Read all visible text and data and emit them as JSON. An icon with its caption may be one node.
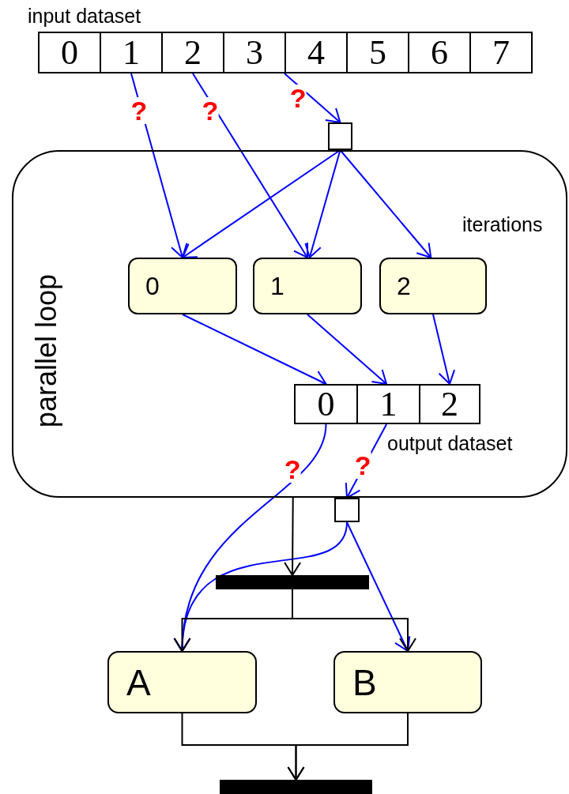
{
  "diagram": {
    "nodes": [
      {
        "text": [
          "0"
        ]
      },
      {
        "text": [
          "1"
        ]
      },
      {
        "text": [
          "2"
        ]
      },
      {
        "text": [
          "3"
        ]
      },
      {
        "text": [
          "4"
        ]
      },
      {
        "text": [
          "5"
        ]
      },
      {
        "text": [
          "6"
        ]
      },
      {
        "text": [
          "7"
        ]
      },
      {
        "text": [],
        "shape": "box"
      },
      {
        "text": [
          "parallel loop"
        ]
      },
      {
        "text": [
          "0"
        ],
        "in": 9
      },
      {
        "text": [
          "1"
        ],
        "in": 9
      },
      {
        "text": [
          "2"
        ],
        "in": 9
      },
      {
        "text": [
          "0"
        ],
        "in": 9
      },
      {
        "text": [
          "1"
        ],
        "in": 9
      },
      {
        "text": [
          "2"
        ],
        "in": 9
      },
      {
        "text": [],
        "shape": "box"
      },
      {
        "text": [],
        "shape": "bar"
      },
      {
        "text": [
          "A"
        ]
      },
      {
        "text": [
          "B"
        ]
      },
      {
        "text": [],
        "shape": "bar"
      }
    ],
    "edges": [
      {
        "from": 1,
        "to": 10,
        "arrow": "to",
        "label": "?"
      },
      {
        "from": 2,
        "to": 11,
        "arrow": "to",
        "label": "?"
      },
      {
        "from": 4,
        "to": 8,
        "arrow": "to",
        "label": "?"
      },
      {
        "from": 8,
        "to": 10,
        "arrow": "to"
      },
      {
        "from": 8,
        "to": 11,
        "arrow": "to"
      },
      {
        "from": 8,
        "to": 12,
        "arrow": "to"
      },
      {
        "from": 10,
        "to": 13,
        "arrow": "to"
      },
      {
        "from": 11,
        "to": 14,
        "arrow": "to"
      },
      {
        "from": 12,
        "to": 15,
        "arrow": "to"
      },
      {
        "from": 13,
        "to": 18,
        "arrow": "to",
        "label": "?"
      },
      {
        "from": 14,
        "to": 16,
        "arrow": "to",
        "label": "?"
      },
      {
        "from": 16,
        "to": 18,
        "arrow": "to"
      },
      {
        "from": 16,
        "to": 19,
        "arrow": "to"
      },
      {
        "from": 9,
        "to": 17,
        "arrow": "to",
        "color": "#000000"
      },
      {
        "from": 17,
        "to": 18,
        "arrow": "to",
        "color": "#000000"
      },
      {
        "from": 17,
        "to": 19,
        "arrow": "to",
        "color": "#000000"
      },
      {
        "from": 18,
        "to": 20,
        "arrow": "to",
        "color": "#000000"
      },
      {
        "from": 19,
        "to": 20,
        "arrow": "to",
        "color": "#000000"
      }
    ],
    "labels": [
      "input dataset",
      "iterations",
      "output dataset"
    ]
  }
}
